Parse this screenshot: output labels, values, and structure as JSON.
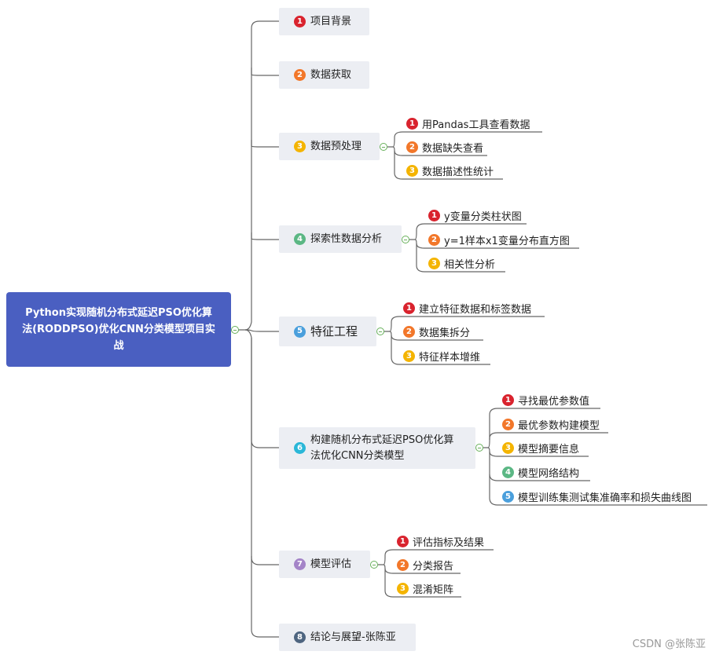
{
  "root": {
    "title": "Python实现随机分布式延迟PSO优化算法(RODDPSO)优化CNN分类模型项目实战"
  },
  "colors": {
    "c1": "#d9232e",
    "c2": "#f2772a",
    "c3": "#f4b400",
    "c4": "#5bb784",
    "c5": "#4a9fdc",
    "c6": "#2ab7d8",
    "c7": "#a484c8",
    "c8": "#4e6580",
    "root": "#4a5fc1"
  },
  "branches": [
    {
      "num": "1",
      "label": "项目背景",
      "children": []
    },
    {
      "num": "2",
      "label": "数据获取",
      "children": []
    },
    {
      "num": "3",
      "label": "数据预处理",
      "children": [
        {
          "num": "1",
          "label": "用Pandas工具查看数据"
        },
        {
          "num": "2",
          "label": "数据缺失查看"
        },
        {
          "num": "3",
          "label": "数据描述性统计"
        }
      ]
    },
    {
      "num": "4",
      "label": "探索性数据分析",
      "children": [
        {
          "num": "1",
          "label": "y变量分类柱状图"
        },
        {
          "num": "2",
          "label": "y=1样本x1变量分布直方图"
        },
        {
          "num": "3",
          "label": "相关性分析"
        }
      ]
    },
    {
      "num": "5",
      "label": "特征工程",
      "children": [
        {
          "num": "1",
          "label": "建立特征数据和标签数据"
        },
        {
          "num": "2",
          "label": "数据集拆分"
        },
        {
          "num": "3",
          "label": "特征样本增维"
        }
      ]
    },
    {
      "num": "6",
      "label": "构建随机分布式延迟PSO优化算法优化CNN分类模型",
      "children": [
        {
          "num": "1",
          "label": "寻找最优参数值"
        },
        {
          "num": "2",
          "label": "最优参数构建模型"
        },
        {
          "num": "3",
          "label": "模型摘要信息"
        },
        {
          "num": "4",
          "label": "模型网络结构"
        },
        {
          "num": "5",
          "label": "模型训练集测试集准确率和损失曲线图"
        }
      ]
    },
    {
      "num": "7",
      "label": "模型评估",
      "children": [
        {
          "num": "1",
          "label": "评估指标及结果"
        },
        {
          "num": "2",
          "label": "分类报告"
        },
        {
          "num": "3",
          "label": "混淆矩阵"
        }
      ]
    },
    {
      "num": "8",
      "label": "结论与展望-张陈亚",
      "children": []
    }
  ],
  "watermark": "CSDN @张陈亚"
}
